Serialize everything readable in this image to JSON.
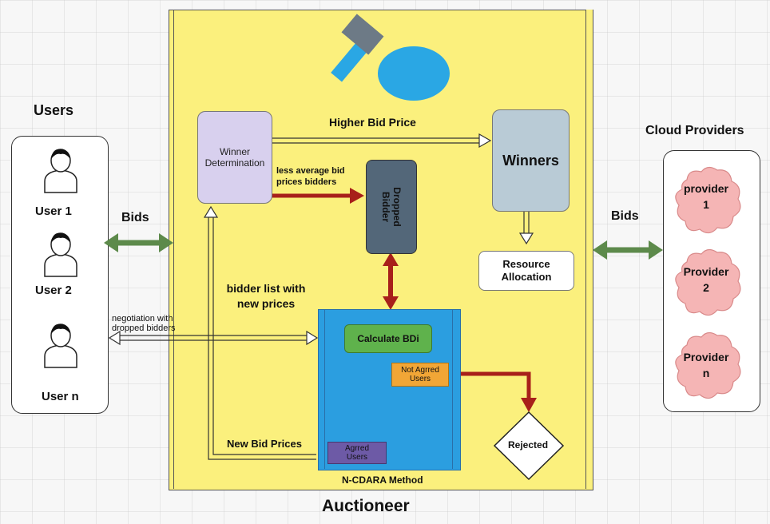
{
  "users": {
    "heading": "Users",
    "items": [
      "User 1",
      "User 2",
      "User n"
    ]
  },
  "cloud": {
    "heading": "Cloud Providers",
    "items": [
      {
        "line1": "provider",
        "line2": "1"
      },
      {
        "line1": "Provider",
        "line2": "2"
      },
      {
        "line1": "Provider",
        "line2": "n"
      }
    ]
  },
  "labels": {
    "bids_left": "Bids",
    "bids_right": "Bids",
    "higher_bid": "Higher Bid Price",
    "less_avg_1": "less average bid",
    "less_avg_2": "prices bidders",
    "bidder_list_1": "bidder list with",
    "bidder_list_2": "new prices",
    "negotiation_1": "negotiation with",
    "negotiation_2": "dropped bidders",
    "new_bid_prices": "New Bid Prices",
    "auctioneer": "Auctioneer",
    "method": "N-CDARA Method"
  },
  "boxes": {
    "winner_det_1": "Winner",
    "winner_det_2": "Determination",
    "dropped_1": "Dropped",
    "dropped_2": "Bidder",
    "winners": "Winners",
    "resource_1": "Resource",
    "resource_2": "Allocation",
    "calc": "Calculate BDi",
    "not_agreed_1": "Not Agrred",
    "not_agreed_2": "Users",
    "agreed_1": "Agrred",
    "agreed_2": "Users",
    "rejected": "Rejected"
  },
  "colors": {
    "auction_bg": "#fbf07d",
    "green_arrow": "#5d8a4b",
    "red_arrow": "#a8201a",
    "provider_cloud": "#f5b5b5"
  },
  "icons": {
    "person": "person-icon",
    "hammer": "auction-hammer-icon",
    "cloud": "cloud-icon"
  }
}
